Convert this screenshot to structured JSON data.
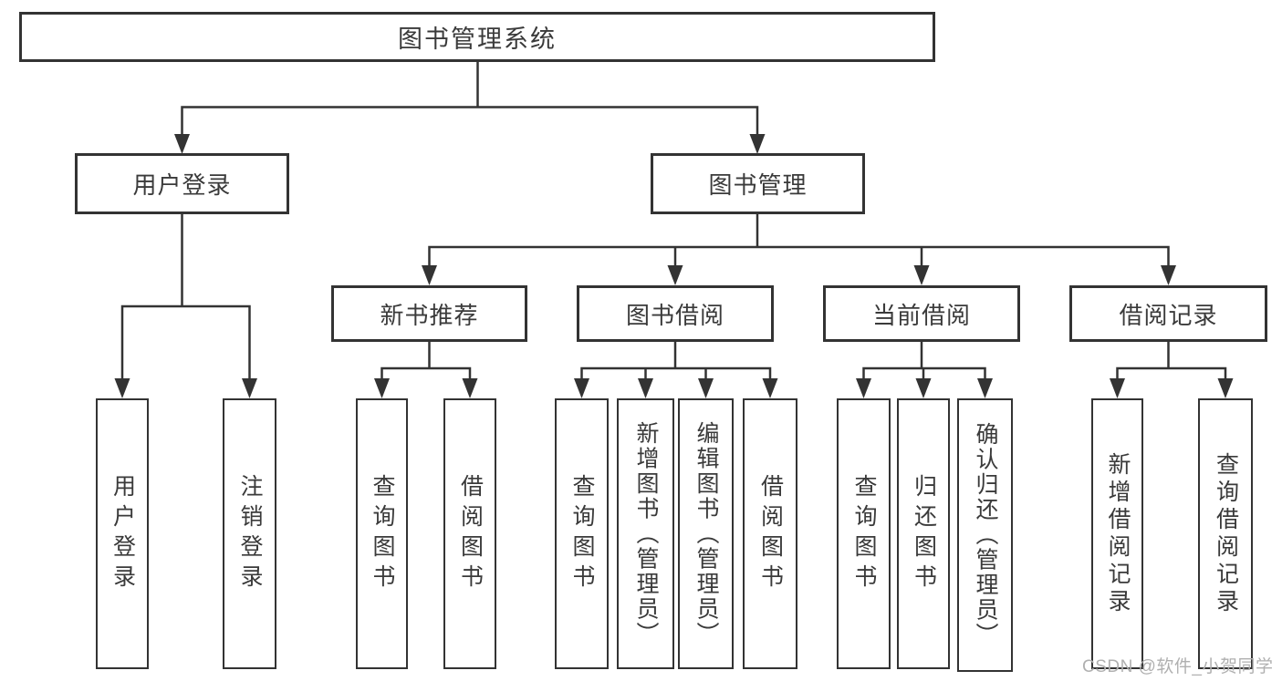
{
  "diagram_title": "图书管理系统",
  "tree": {
    "root": {
      "label": "图书管理系统"
    },
    "level2": [
      {
        "label": "用户登录"
      },
      {
        "label": "图书管理"
      }
    ],
    "level3": [
      {
        "label": "新书推荐"
      },
      {
        "label": "图书借阅"
      },
      {
        "label": "当前借阅"
      },
      {
        "label": "借阅记录"
      }
    ],
    "leaves": {
      "user_login": [
        "用户登录",
        "注销登录"
      ],
      "new_book_recommend": [
        "查询图书",
        "借阅图书"
      ],
      "book_borrow": [
        "查询图书",
        "新增图书（管理员）",
        "编辑图书（管理员）",
        "借阅图书"
      ],
      "current_borrow": [
        "查询图书",
        "归还图书",
        "确认归还（管理员）"
      ],
      "borrow_records": [
        "新增借阅记录",
        "查询借阅记录"
      ]
    }
  },
  "watermark": {
    "text": "CSDN @软件_小贺同学"
  },
  "colors": {
    "line": "#333333",
    "border": "#333333",
    "text": "#3a3a3a",
    "watermark": "#b0b0b0",
    "background": "#ffffff"
  }
}
